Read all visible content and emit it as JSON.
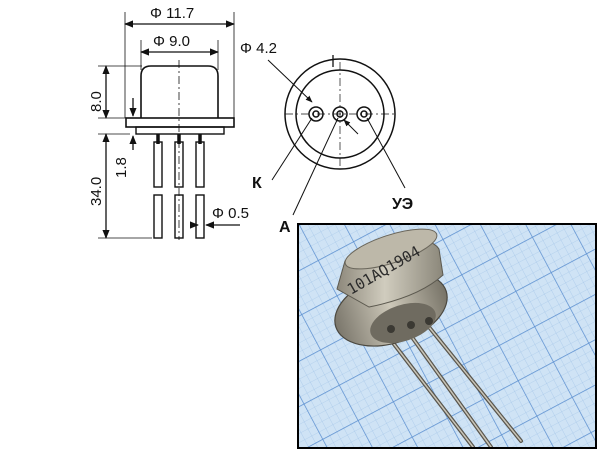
{
  "dimensions": {
    "flange_diameter": "Φ 11.7",
    "body_diameter": "Φ 9.0",
    "pin_circle_diameter": "Φ 4.2",
    "body_height": "8.0",
    "standoff_height": "1.8",
    "lead_length": "34.0",
    "lead_diameter": "Φ 0.5"
  },
  "pin_labels": {
    "k": "К",
    "a": "А",
    "ue": "УЭ"
  },
  "photo": {
    "part_marking": "101AQ1904",
    "colors": {
      "grid_bg": "#cfe3f5",
      "grid_minor": "#9cc0e6",
      "grid_major": "#5b8fd0",
      "metal": "#b7b2a4"
    }
  }
}
